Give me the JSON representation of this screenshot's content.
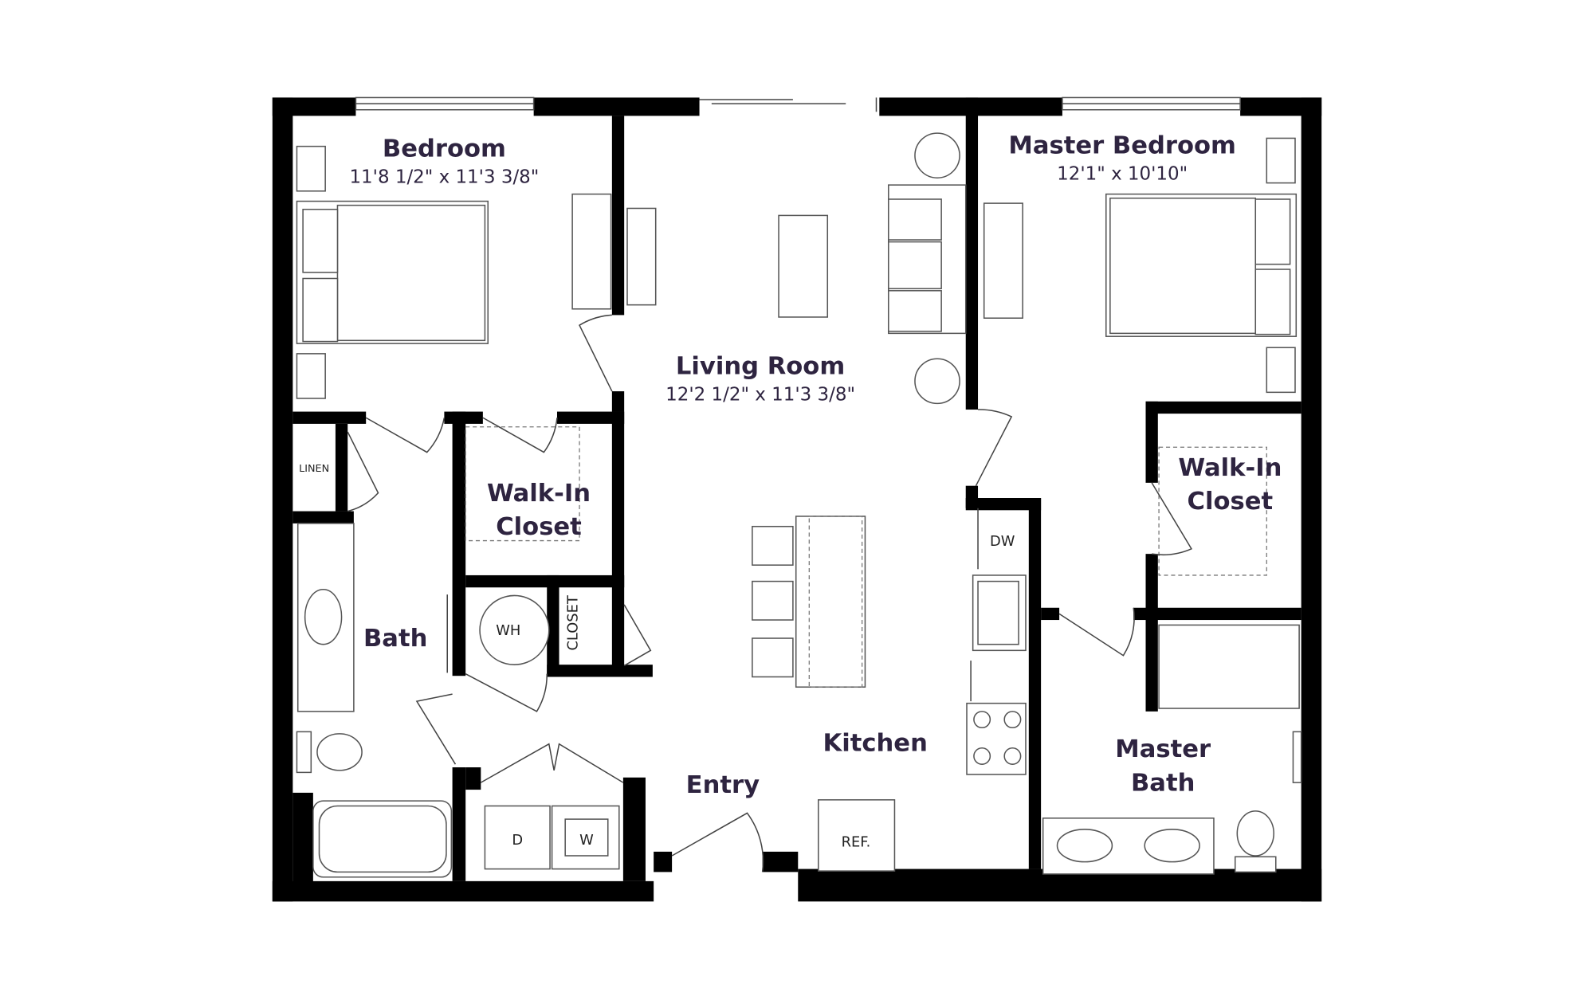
{
  "rooms": {
    "bedroom": {
      "name": "Bedroom",
      "dims": "11'8 1/2\" x 11'3 3/8\""
    },
    "living_room": {
      "name": "Living Room",
      "dims": "12'2 1/2\" x 11'3 3/8\""
    },
    "master_bedroom": {
      "name": "Master Bedroom",
      "dims": "12'1\" x 10'10\""
    },
    "walk_in_closet_1": {
      "line1": "Walk-In",
      "line2": "Closet"
    },
    "walk_in_closet_2": {
      "line1": "Walk-In",
      "line2": "Closet"
    },
    "bath": {
      "name": "Bath"
    },
    "kitchen": {
      "name": "Kitchen"
    },
    "entry": {
      "name": "Entry"
    },
    "master_bath": {
      "line1": "Master",
      "line2": "Bath"
    }
  },
  "labels": {
    "linen": "LINEN",
    "water_heater": "WH",
    "closet": "CLOSET",
    "dishwasher": "DW",
    "dryer": "D",
    "washer": "W",
    "refrigerator": "REF."
  },
  "colors": {
    "text": "#2e2440",
    "wall": "#000000"
  }
}
